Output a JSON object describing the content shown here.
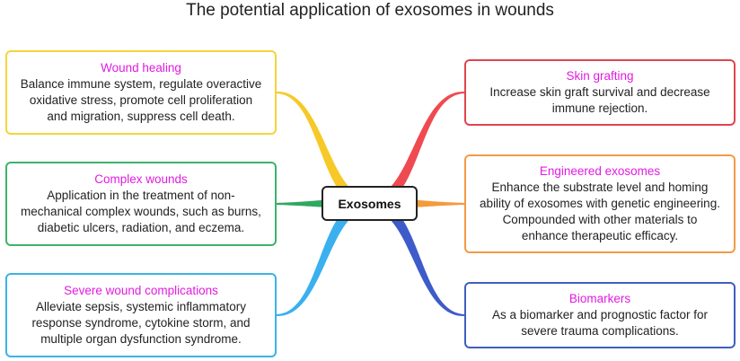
{
  "title": "The potential application of exosomes in wounds",
  "center": "Exosomes",
  "left": [
    {
      "heading": "Wound healing",
      "body": "Balance immune system, regulate overactive\noxidative stress, promote cell proliferation\nand migration, suppress cell death.",
      "border_color": "#f5d43a",
      "branch_color": "#f7c928"
    },
    {
      "heading": "Complex wounds",
      "body": "Application in the treatment of non-\nmechanical complex wounds, such as burns,\ndiabetic ulcers, radiation, and eczema.",
      "border_color": "#3db36b",
      "branch_color": "#2fa860"
    },
    {
      "heading": "Severe wound complications",
      "body": "Alleviate sepsis, systemic inflammatory\nresponse syndrome, cytokine storm, and\nmultiple organ dysfunction syndrome.",
      "border_color": "#3ab3e6",
      "branch_color": "#3ab0ee"
    }
  ],
  "right": [
    {
      "heading": "Skin grafting",
      "body": "Increase skin graft survival and decrease\nimmune rejection.",
      "border_color": "#e0454e",
      "branch_color": "#ef4a52"
    },
    {
      "heading": "Engineered exosomes",
      "body": "Enhance the substrate level and homing\nability of exosomes with genetic engineering.\nCompounded with other materials to\nenhance therapeutic efficacy.",
      "border_color": "#f39a45",
      "branch_color": "#f59a3c"
    },
    {
      "heading": "Biomarkers",
      "body": "As a biomarker and prognostic factor for\nsevere trauma complications.",
      "border_color": "#3f5fbf",
      "branch_color": "#3d5bc9"
    }
  ]
}
